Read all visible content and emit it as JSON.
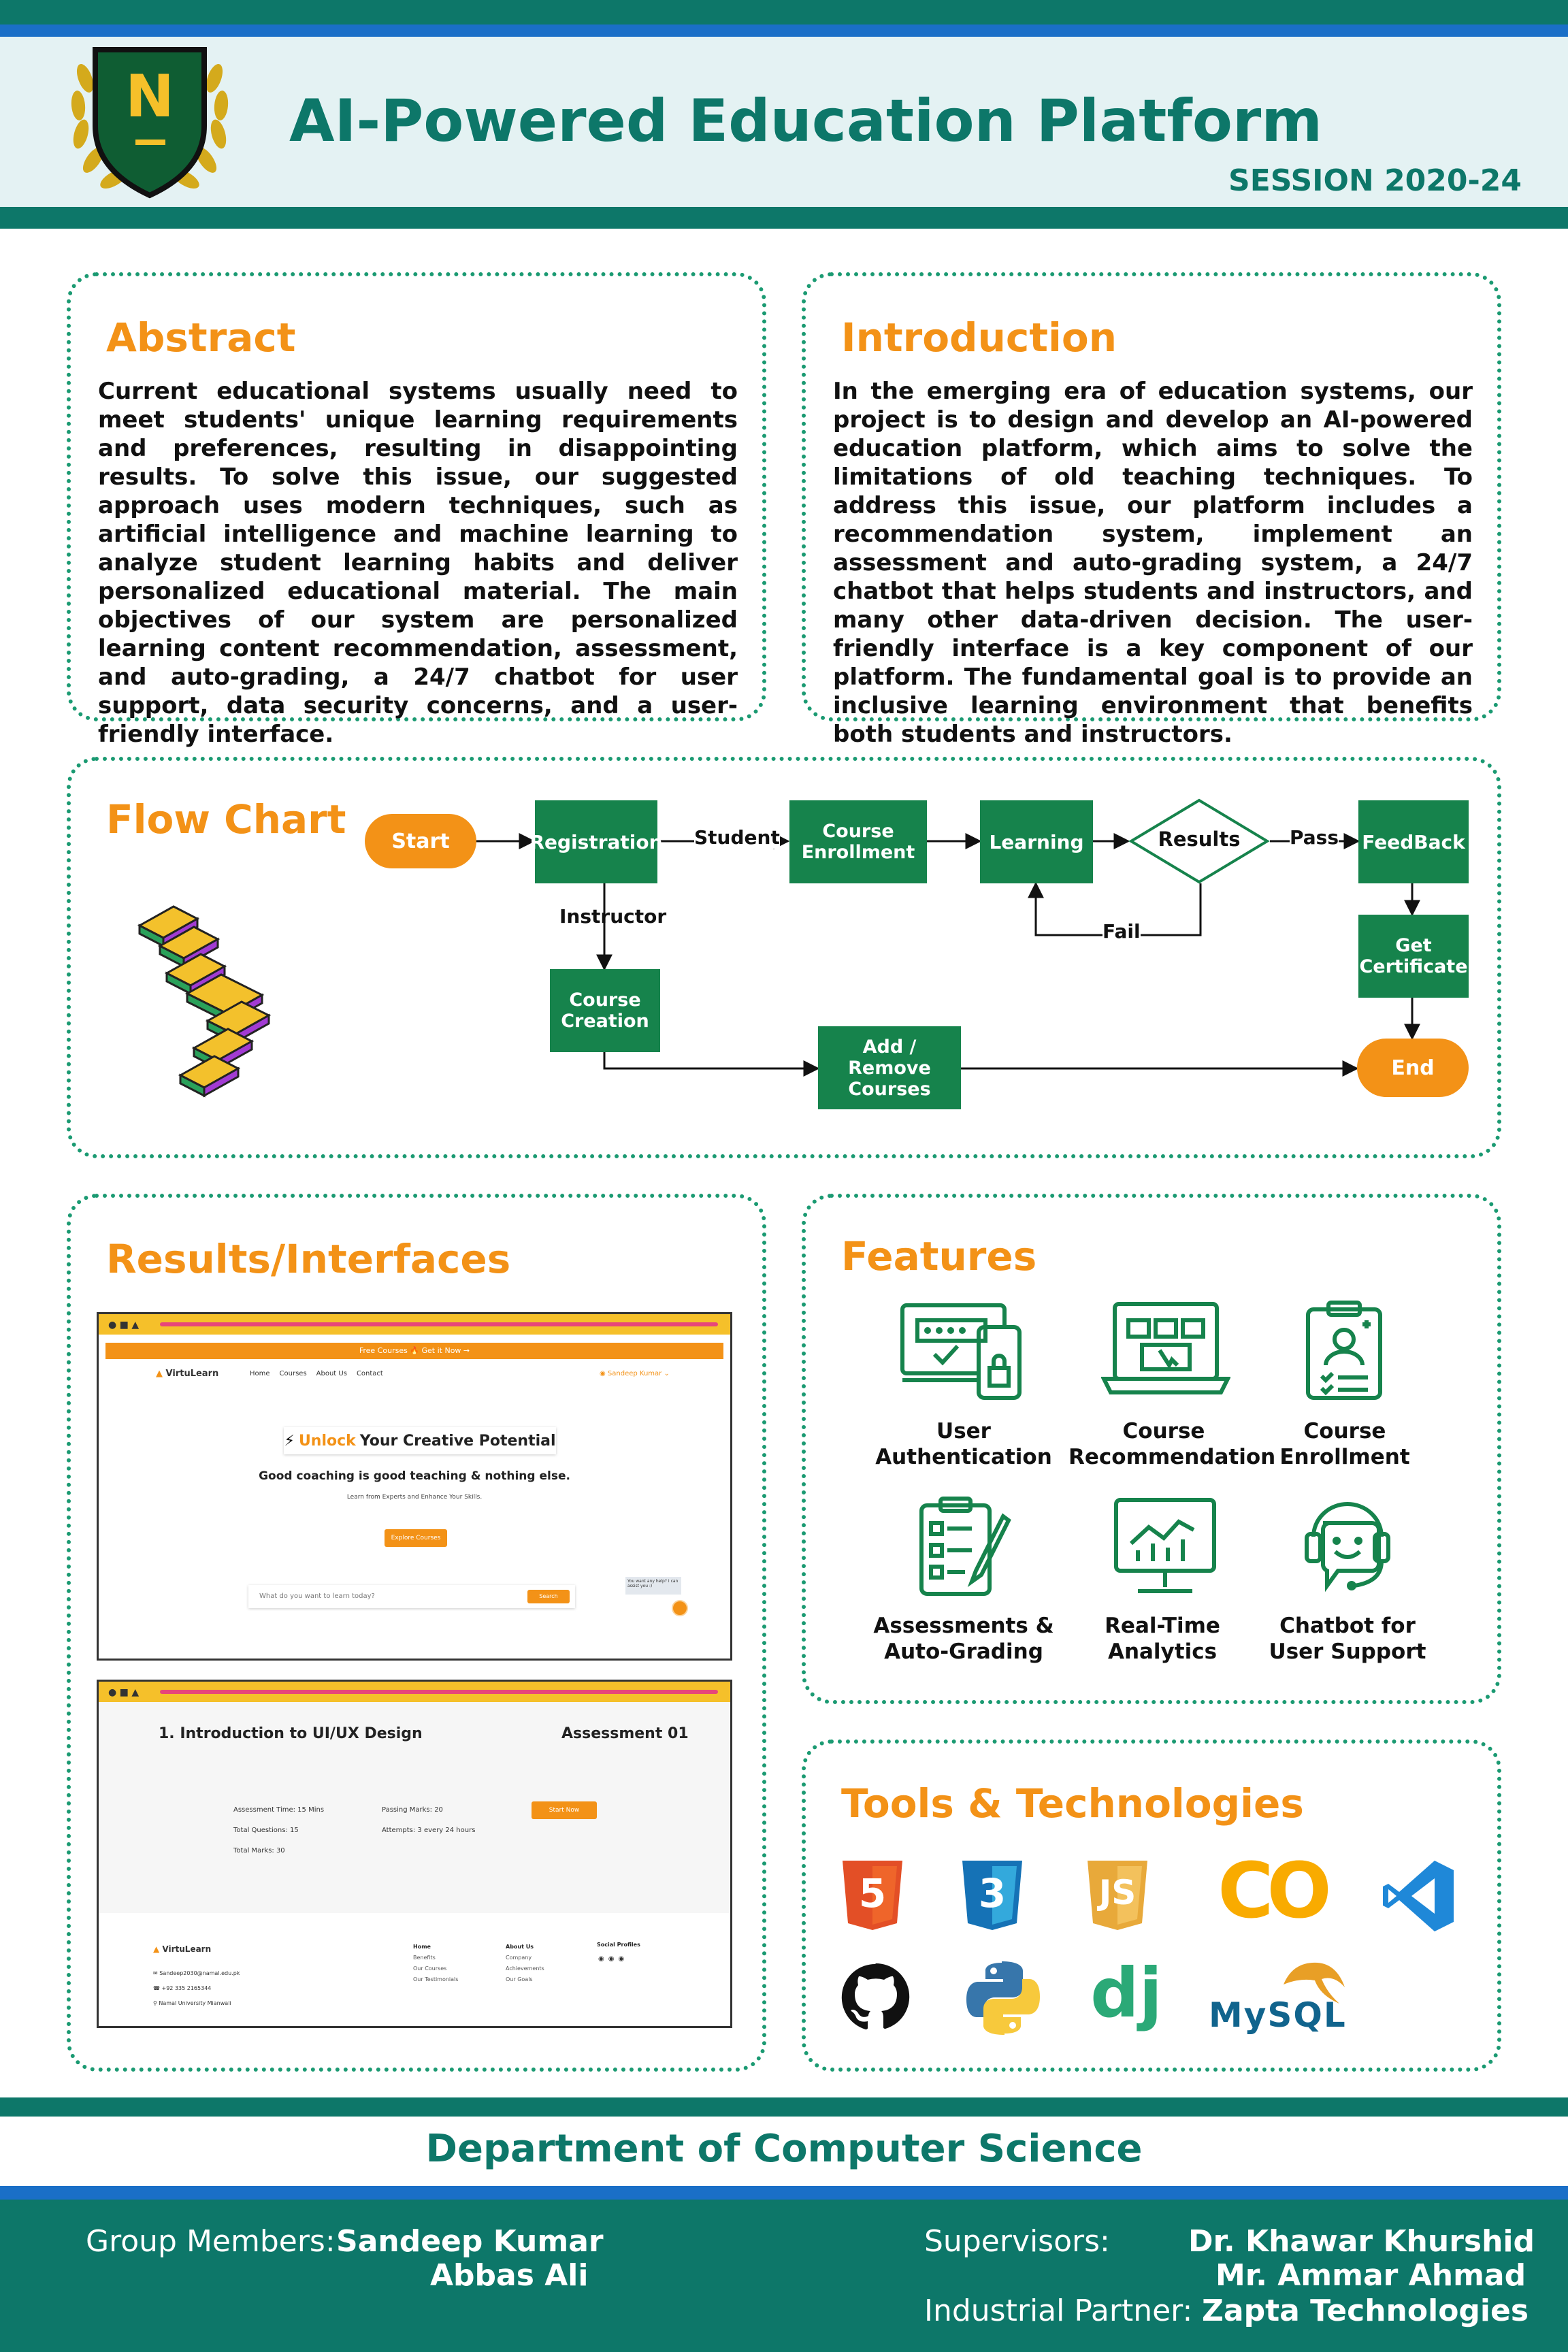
{
  "header": {
    "title": "AI-Powered Education Platform",
    "session": "SESSION 2020-24",
    "logo_letter": "N",
    "colors": {
      "teal": "#0d7769",
      "orange": "#f39217",
      "green": "#16834c",
      "blue": "#1a6fc7"
    }
  },
  "abstract": {
    "title": "Abstract",
    "body": "Current educational systems usually need to meet students' unique learning requirements and preferences, resulting in disappointing results. To solve this issue, our suggested approach uses modern techniques, such as artificial intelligence and machine learning to analyze student learning habits and deliver personalized educational material. The main objectives of our system are personalized learning content recommendation, assessment, and auto-grading, a 24/7 chatbot for user support, data security concerns, and a user-friendly interface."
  },
  "introduction": {
    "title": "Introduction",
    "body": "In the emerging era of education systems, our project is to design and develop an AI-powered education platform, which aims to solve the limitations of old teaching techniques. To address this issue, our platform includes a recommendation system, implement an assessment and auto-grading system, a 24/7 chatbot that helps students and instructors, and many other data-driven decision. The user-friendly interface is a key component of our platform. The fundamental goal is to provide an inclusive learning environment that benefits both students and instructors."
  },
  "flowchart": {
    "title": "Flow Chart",
    "nodes": {
      "start": "Start",
      "registration": "Registration",
      "course_enrollment": "Course Enrollment",
      "learning": "Learning",
      "results": "Results",
      "feedback": "FeedBack",
      "get_certificate": "Get Certificate",
      "course_creation": "Course Creation",
      "add_remove": "Add / Remove Courses",
      "end": "End"
    },
    "edges": {
      "student": "Student",
      "instructor": "Instructor",
      "pass": "Pass",
      "fail": "Fail"
    }
  },
  "results": {
    "title": "Results/Interfaces",
    "mock1": {
      "banner": "Free Courses 🔥 Get it Now →",
      "brand": "VirtuLearn",
      "nav": [
        "Home",
        "Courses",
        "About Us",
        "Contact"
      ],
      "user": "Sandeep Kumar",
      "unlock": "Unlock",
      "headline_rest": "Your Creative Potential",
      "sub": "Good coaching is good teaching & nothing else.",
      "small": "Learn from Experts and Enhance Your Skills.",
      "cta": "Explore Courses",
      "search_placeholder": "What do you want to learn today?",
      "search_btn": "Search",
      "chat": "You want any help? I can assist you :)"
    },
    "mock2": {
      "course": "1. Introduction to UI/UX Design",
      "assessment": "Assessment 01",
      "time": "Assessment Time: 15 Mins",
      "questions": "Total Questions: 15",
      "marks": "Total Marks: 30",
      "passing": "Passing Marks: 20",
      "attempts": "Attempts: 3 every 24 hours",
      "start": "Start Now",
      "brand": "VirtuLearn",
      "email": "Sandeep2030@namal.edu.pk",
      "phone": "+92 335 2165344",
      "address": "Namal University Mianwali",
      "col_home": "Home",
      "home_links": [
        "Benefits",
        "Our Courses",
        "Our Testimonials"
      ],
      "col_about": "About Us",
      "about_links": [
        "Company",
        "Achievements",
        "Our Goals"
      ],
      "col_social": "Social Profiles"
    }
  },
  "features": {
    "title": "Features",
    "items": [
      {
        "label": "User Authentication",
        "icon": "user-authentication-icon"
      },
      {
        "label": "Course Recommendation",
        "icon": "course-recommendation-icon"
      },
      {
        "label": "Course Enrollment",
        "icon": "course-enrollment-icon"
      },
      {
        "label": "Assessments & Auto-Grading",
        "icon": "assessment-icon"
      },
      {
        "label": "Real-Time Analytics",
        "icon": "analytics-icon"
      },
      {
        "label": "Chatbot for User Support",
        "icon": "chatbot-icon"
      }
    ]
  },
  "tools": {
    "title": "Tools & Technologies",
    "icons": [
      "html5-icon",
      "css3-icon",
      "js-icon",
      "colab-icon",
      "vscode-icon",
      "github-icon",
      "python-icon",
      "django-icon",
      "mysql-icon"
    ],
    "html5": "5",
    "css3": "3",
    "js": "JS",
    "colab": "CO",
    "django": "dj",
    "mysql": "MySQL"
  },
  "footer": {
    "department": "Department of Computer Science",
    "group_label": "Group Members:",
    "members": [
      "Sandeep Kumar",
      "Abbas Ali"
    ],
    "supervisors_label": "Supervisors:",
    "supervisors": [
      "Dr. Khawar Khurshid",
      "Mr. Ammar Ahmad"
    ],
    "partner_label": "Industrial Partner:",
    "partner": "Zapta Technologies"
  }
}
